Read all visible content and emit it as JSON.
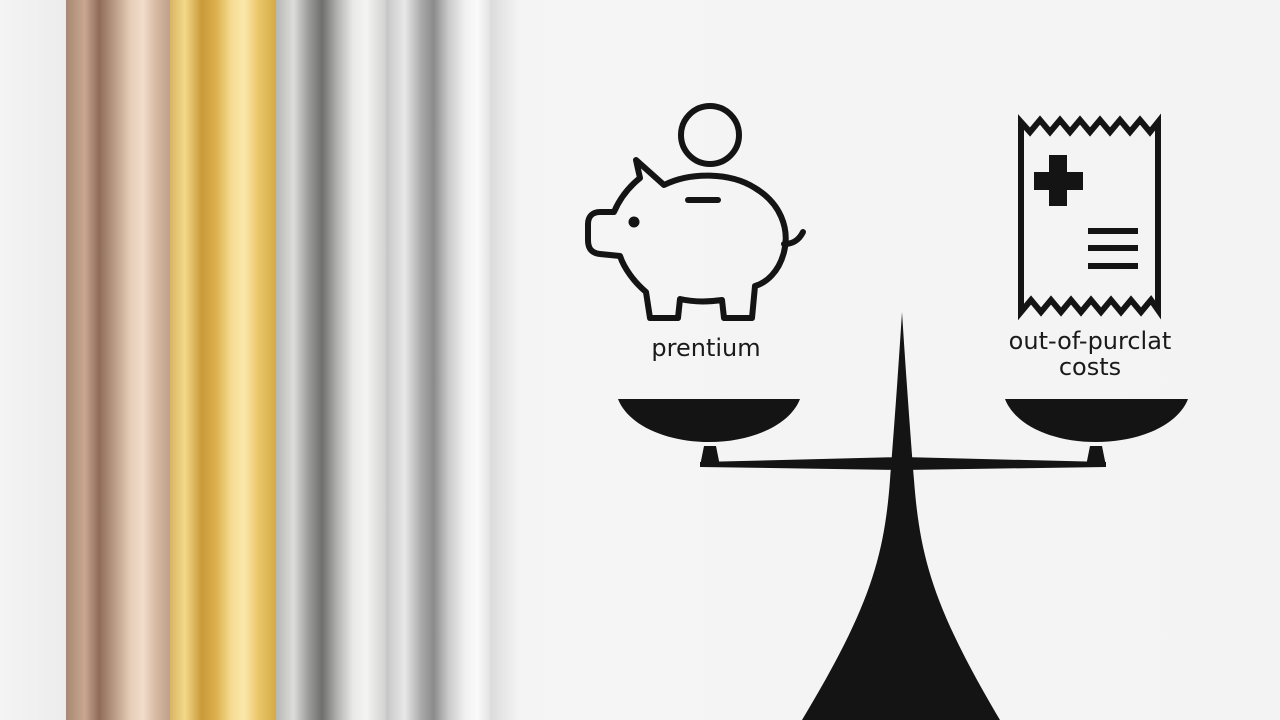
{
  "decor": {
    "stripe_colors": [
      "#c8a690",
      "#e9c567",
      "#9a9a98",
      "#c9c9ca"
    ],
    "ink_color": "#141414"
  },
  "left_pan": {
    "icon": "piggy-bank-icon",
    "coin_icon": "coin-icon",
    "label": "prentium"
  },
  "right_pan": {
    "icon": "medical-bill-icon",
    "label_line1": "out-of-purclat",
    "label_line2": "costs"
  },
  "scale": {
    "icon": "balance-scale-icon"
  }
}
